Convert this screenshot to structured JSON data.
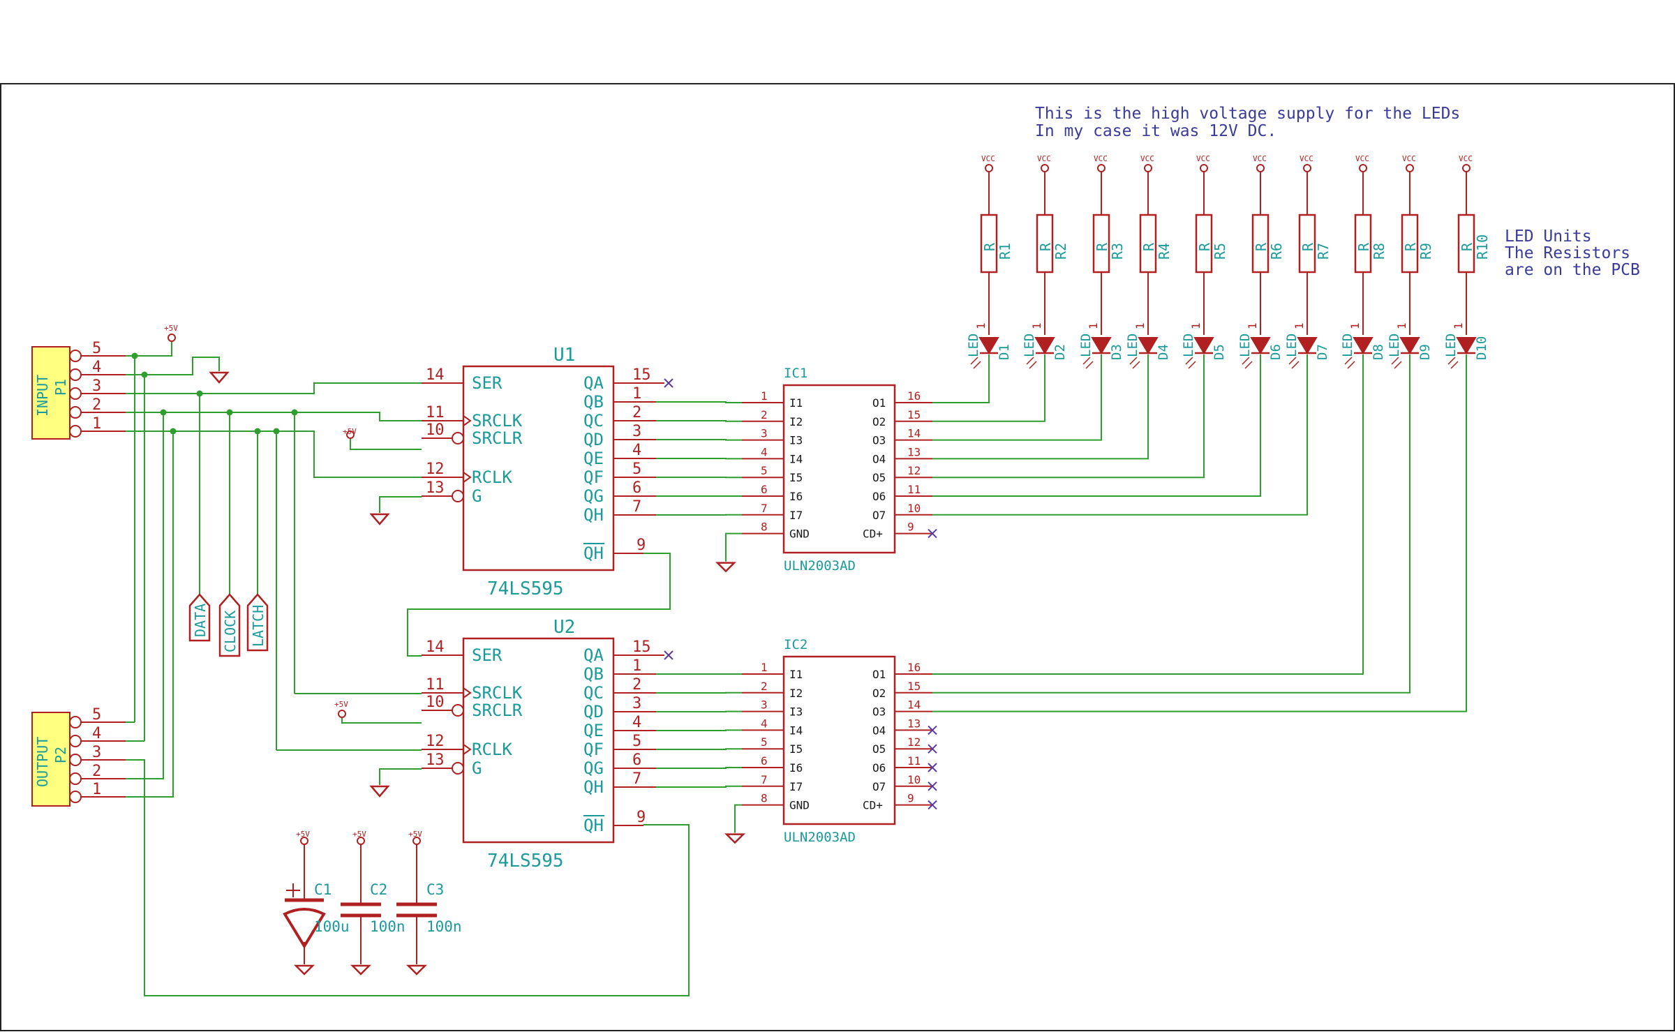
{
  "notes": {
    "supply_line1": "This is the high voltage supply for the LEDs",
    "supply_line2": "In my case it was 12V DC.",
    "led_line1": "LED Units",
    "led_line2": "The Resistors",
    "led_line3": "are on the PCB"
  },
  "power": {
    "p5v": "+5V",
    "vcc": "VCC"
  },
  "p1": {
    "name": "INPUT",
    "ref": "P1",
    "pins": [
      "5",
      "4",
      "3",
      "2",
      "1"
    ]
  },
  "p2": {
    "name": "OUTPUT",
    "ref": "P2",
    "pins": [
      "5",
      "4",
      "3",
      "2",
      "1"
    ]
  },
  "labels": {
    "data": "DATA",
    "clock": "CLOCK",
    "latch": "LATCH"
  },
  "u1": {
    "ref": "U1",
    "value": "74LS595"
  },
  "u2": {
    "ref": "U2",
    "value": "74LS595"
  },
  "sr_left_pins": [
    {
      "num": "14",
      "name": "SER"
    },
    {
      "num": "11",
      "name": "SRCLK"
    },
    {
      "num": "10",
      "name": "SRCLR"
    },
    {
      "num": "12",
      "name": "RCLK"
    },
    {
      "num": "13",
      "name": "G"
    }
  ],
  "sr_right_pins": [
    {
      "num": "15",
      "name": "QA"
    },
    {
      "num": "1",
      "name": "QB"
    },
    {
      "num": "2",
      "name": "QC"
    },
    {
      "num": "3",
      "name": "QD"
    },
    {
      "num": "4",
      "name": "QE"
    },
    {
      "num": "5",
      "name": "QF"
    },
    {
      "num": "6",
      "name": "QG"
    },
    {
      "num": "7",
      "name": "QH"
    }
  ],
  "sr_qh_bar": {
    "num": "9",
    "name": "QH"
  },
  "ic1": {
    "ref": "IC1",
    "value": "ULN2003AD"
  },
  "ic2": {
    "ref": "IC2",
    "value": "ULN2003AD"
  },
  "uln_left_pins": [
    {
      "num": "1",
      "name": "I1"
    },
    {
      "num": "2",
      "name": "I2"
    },
    {
      "num": "3",
      "name": "I3"
    },
    {
      "num": "4",
      "name": "I4"
    },
    {
      "num": "5",
      "name": "I5"
    },
    {
      "num": "6",
      "name": "I6"
    },
    {
      "num": "7",
      "name": "I7"
    },
    {
      "num": "8",
      "name": "GND"
    }
  ],
  "uln_right_pins": [
    {
      "num": "16",
      "name": "O1"
    },
    {
      "num": "15",
      "name": "O2"
    },
    {
      "num": "14",
      "name": "O3"
    },
    {
      "num": "13",
      "name": "O4"
    },
    {
      "num": "12",
      "name": "O5"
    },
    {
      "num": "11",
      "name": "O6"
    },
    {
      "num": "10",
      "name": "O7"
    },
    {
      "num": "9",
      "name": "CD+"
    }
  ],
  "resistors": [
    {
      "ref": "R1",
      "value": "R"
    },
    {
      "ref": "R2",
      "value": "R"
    },
    {
      "ref": "R3",
      "value": "R"
    },
    {
      "ref": "R4",
      "value": "R"
    },
    {
      "ref": "R5",
      "value": "R"
    },
    {
      "ref": "R6",
      "value": "R"
    },
    {
      "ref": "R7",
      "value": "R"
    },
    {
      "ref": "R8",
      "value": "R"
    },
    {
      "ref": "R9",
      "value": "R"
    },
    {
      "ref": "R10",
      "value": "R"
    }
  ],
  "leds": [
    {
      "ref": "D1",
      "value": "LED"
    },
    {
      "ref": "D2",
      "value": "LED"
    },
    {
      "ref": "D3",
      "value": "LED"
    },
    {
      "ref": "D4",
      "value": "LED"
    },
    {
      "ref": "D5",
      "value": "LED"
    },
    {
      "ref": "D6",
      "value": "LED"
    },
    {
      "ref": "D7",
      "value": "LED"
    },
    {
      "ref": "D8",
      "value": "LED"
    },
    {
      "ref": "D9",
      "value": "LED"
    },
    {
      "ref": "D10",
      "value": "LED"
    }
  ],
  "pin_one": "1",
  "caps": [
    {
      "ref": "C1",
      "value": "100u"
    },
    {
      "ref": "C2",
      "value": "100n"
    },
    {
      "ref": "C3",
      "value": "100n"
    }
  ]
}
